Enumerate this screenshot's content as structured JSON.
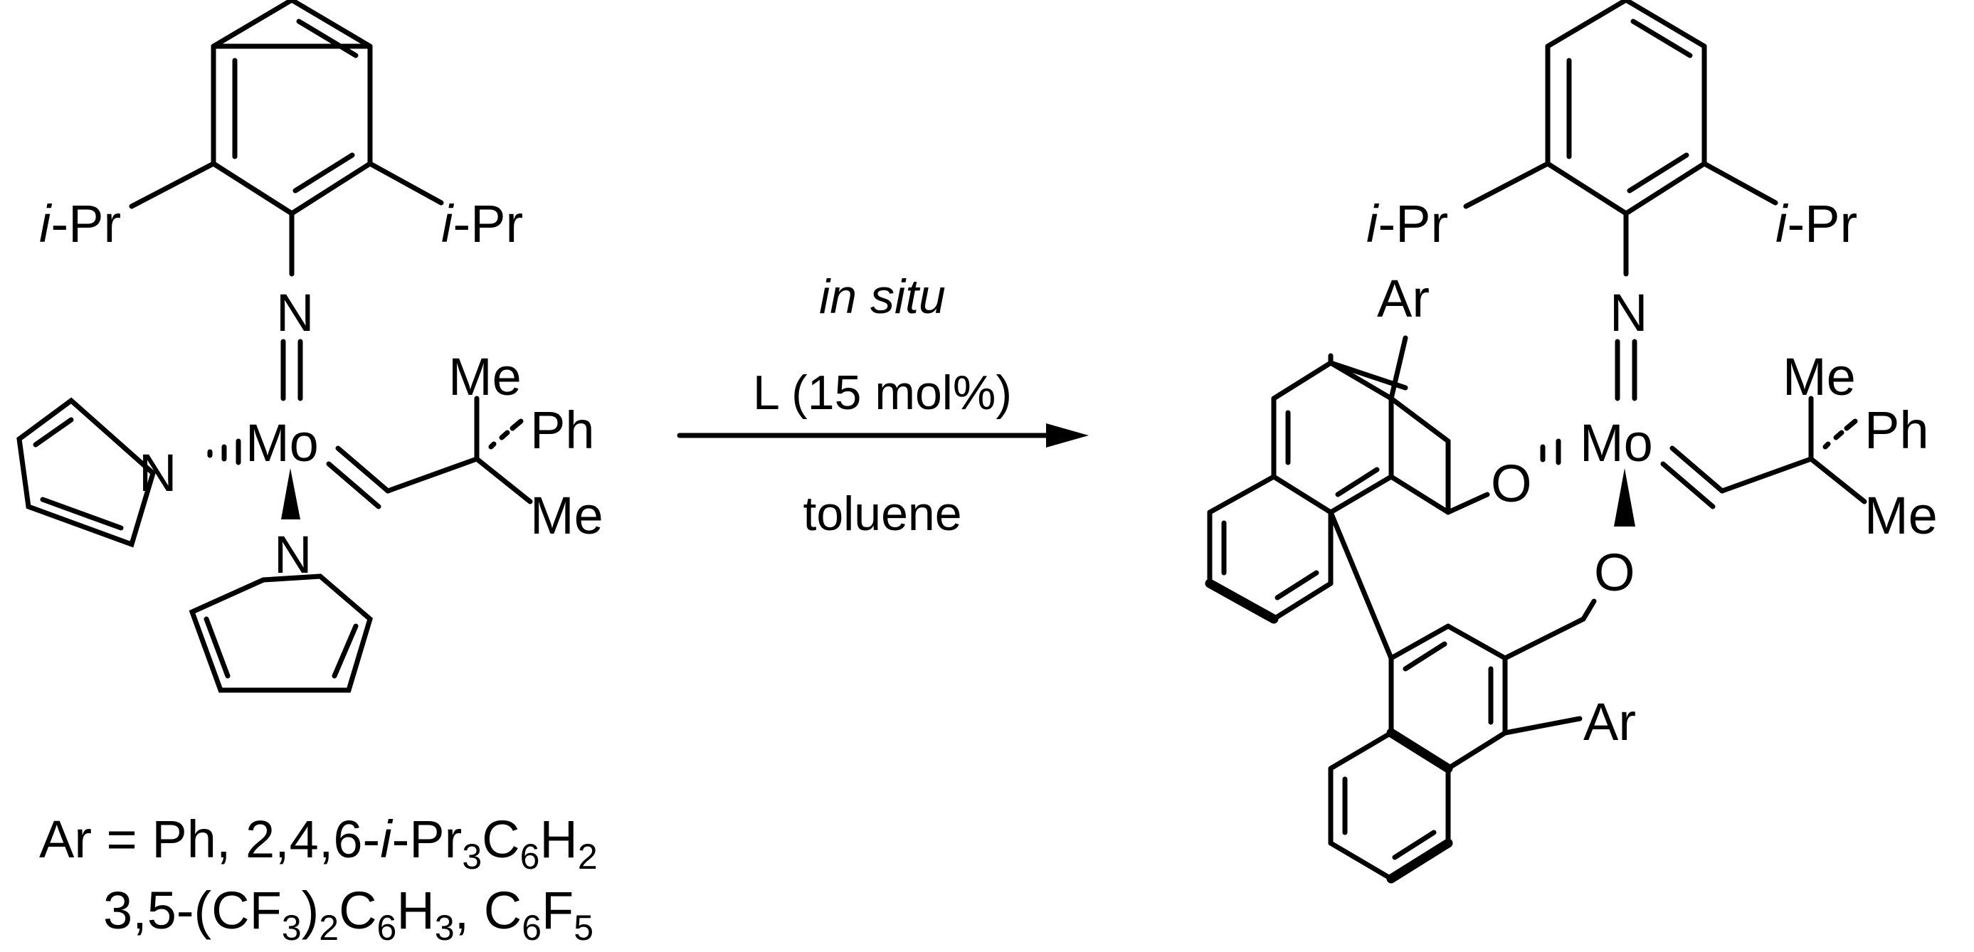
{
  "reactant": {
    "ipr_left": "i-Pr",
    "ipr_right": "i-Pr",
    "n_imido": "N",
    "metal": "Mo",
    "n_pyrrole_left": "N",
    "n_pyrrole_bottom": "N",
    "me_top": "Me",
    "ph": "Ph",
    "me_bottom": "Me"
  },
  "conditions": {
    "line1": "in situ",
    "line2": "L (15 mol%)",
    "line3": "toluene"
  },
  "ar_definition": {
    "line1": {
      "p1": "Ar = Ph, 2,4,6-",
      "p2": "i",
      "p3": "-Pr",
      "p4": "3",
      "p5": "C",
      "p6": "6",
      "p7": "H",
      "p8": "2"
    },
    "line2": {
      "p1": "3,5-(CF",
      "p2": "3",
      "p3": ")",
      "p4": "2",
      "p5": "C",
      "p6": "6",
      "p7": "H",
      "p8": "3",
      "p9": ", C",
      "p10": "6",
      "p11": "F",
      "p12": "5"
    }
  },
  "product": {
    "ipr_left": "i-Pr",
    "ipr_right": "i-Pr",
    "n_imido": "N",
    "metal": "Mo",
    "o_left": "O",
    "o_bottom": "O",
    "ar_top": "Ar",
    "ar_bottom": "Ar",
    "me_top": "Me",
    "ph": "Ph",
    "me_bottom": "Me"
  }
}
